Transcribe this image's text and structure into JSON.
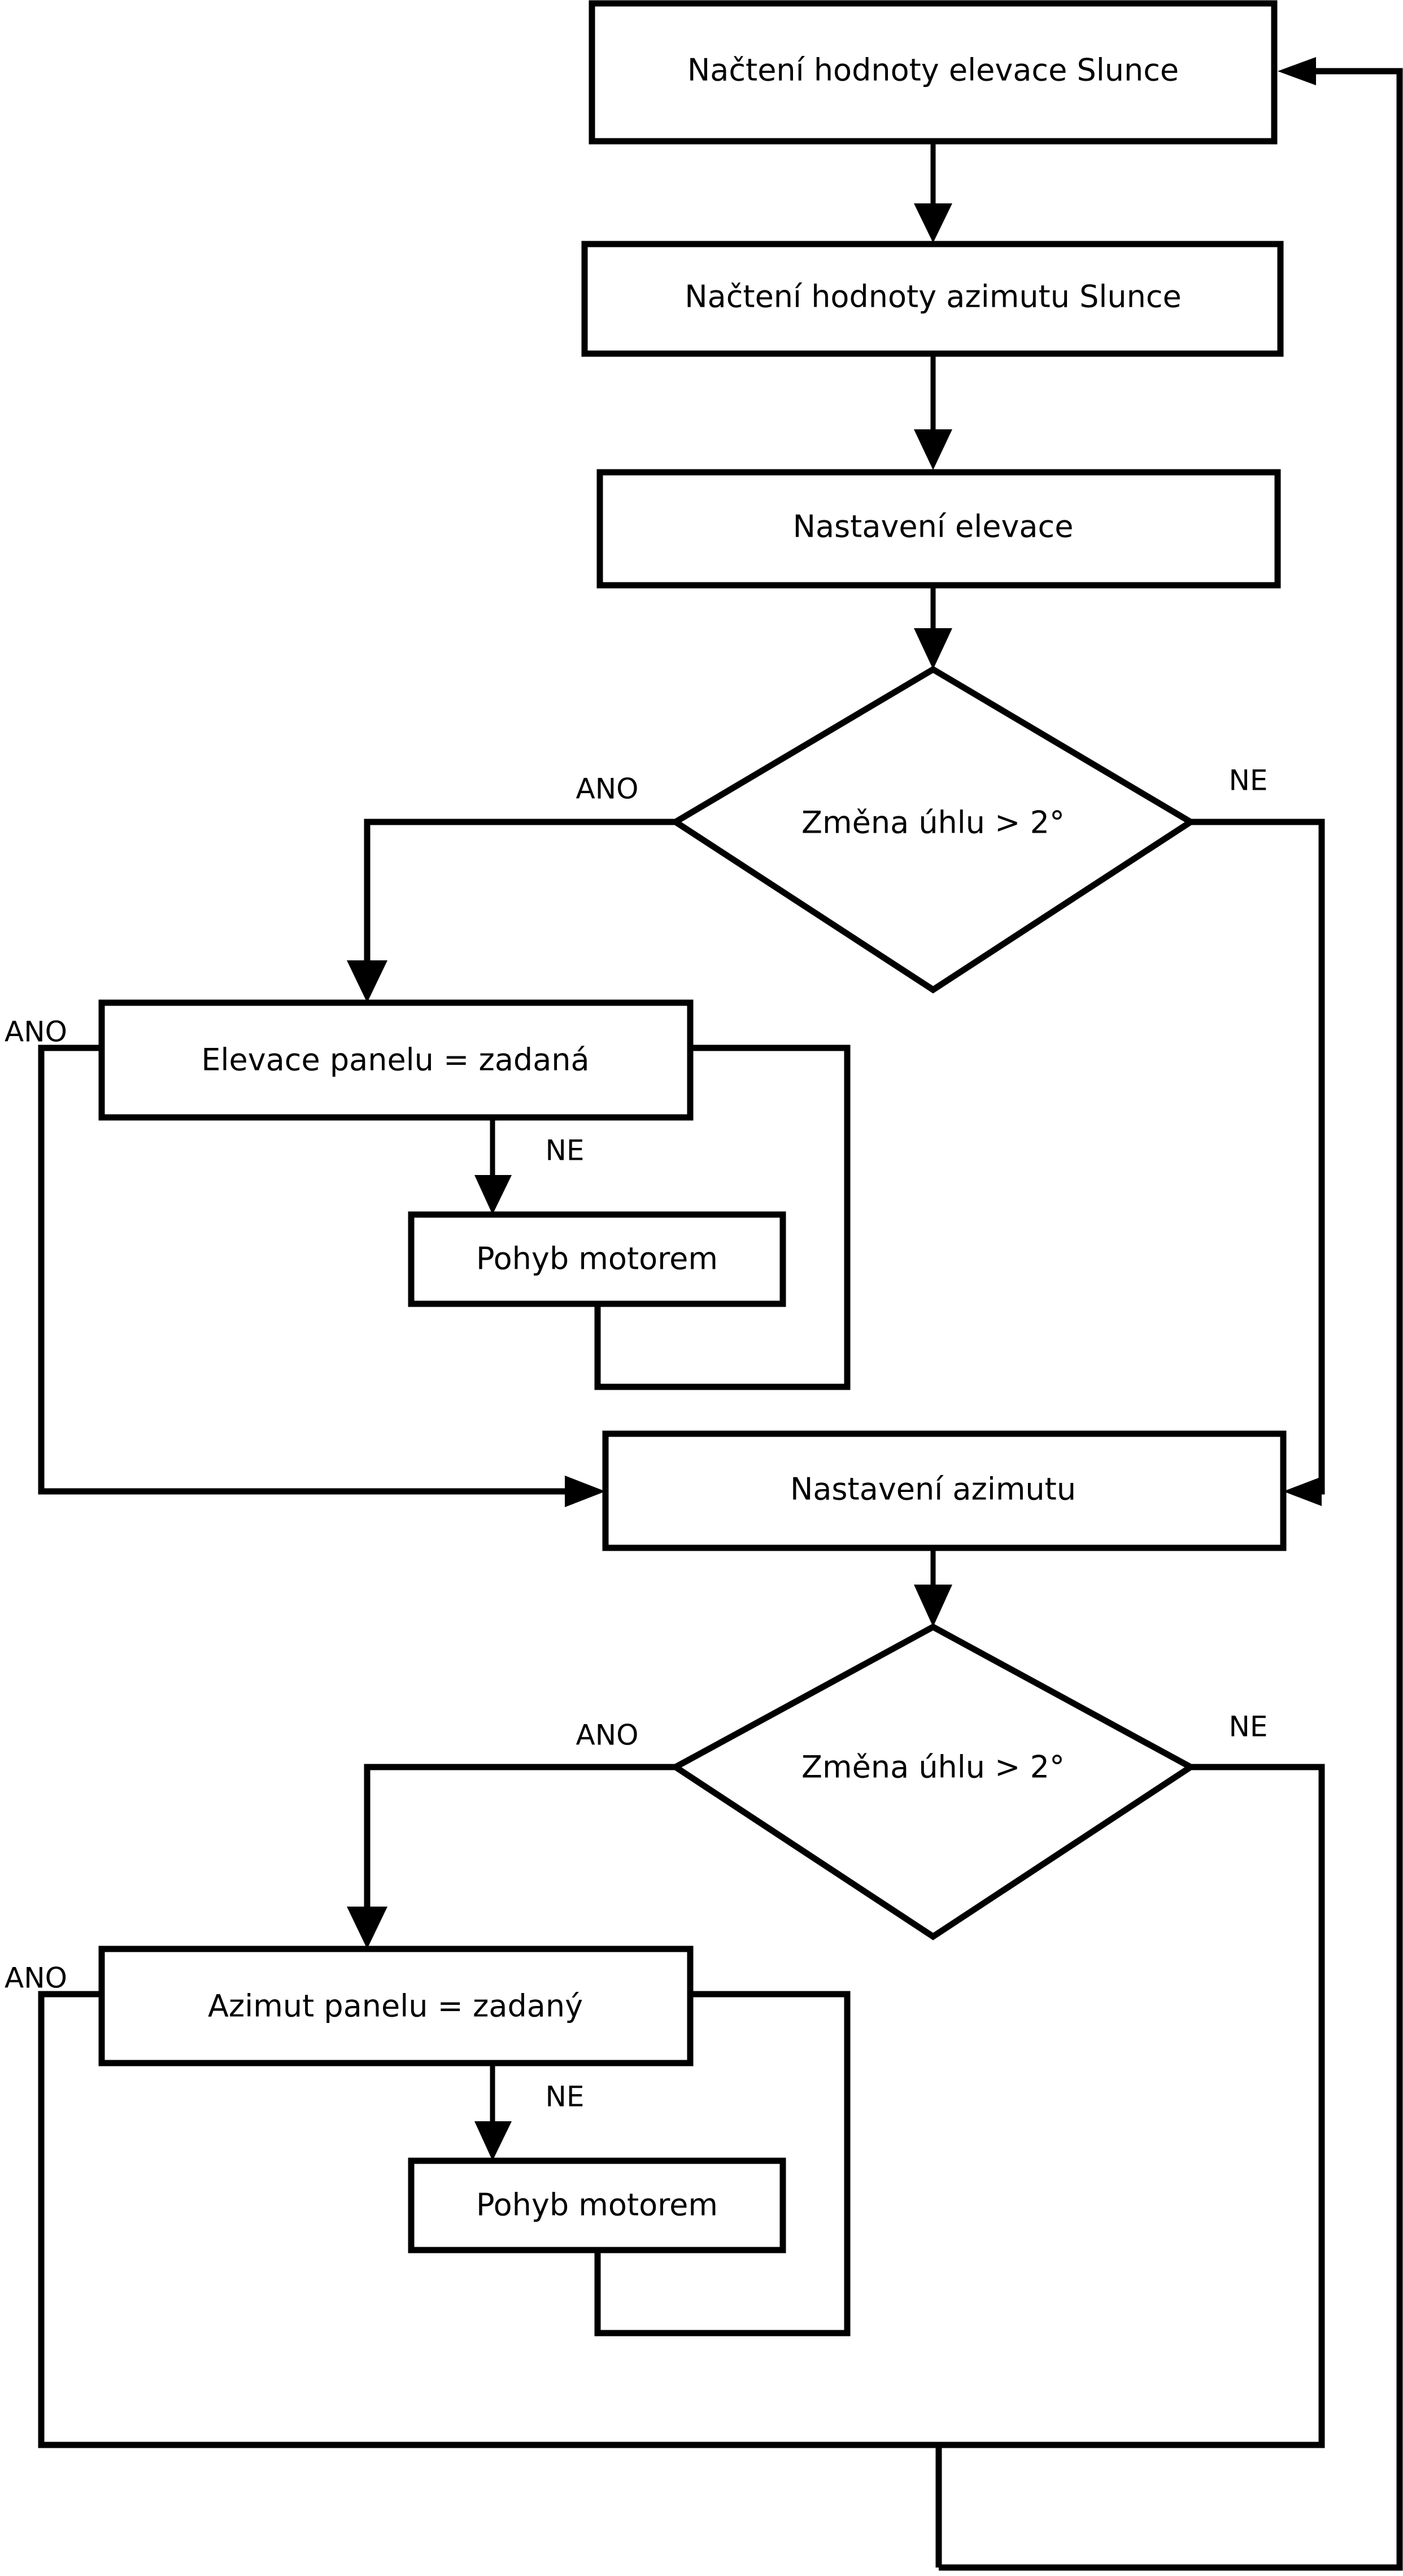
{
  "diagram": {
    "type": "flowchart",
    "language": "cs",
    "orientation": "top-to-bottom",
    "background_color": "#ffffff",
    "line_color": "#000000",
    "fill_color": "#ffffff"
  },
  "nodes": {
    "read_elevation": {
      "label": "Načtení hodnoty elevace Slunce",
      "shape": "rectangle"
    },
    "read_azimuth": {
      "label": "Načtení hodnoty azimutu Slunce",
      "shape": "rectangle"
    },
    "set_elevation": {
      "label": "Nastavení elevace",
      "shape": "rectangle"
    },
    "decision_elevation": {
      "label": "Změna úhlu > 2°",
      "shape": "diamond"
    },
    "panel_elevation_check": {
      "label": "Elevace panelu = zadaná",
      "shape": "rectangle"
    },
    "motor_move_elevation": {
      "label": "Pohyb motorem",
      "shape": "rectangle"
    },
    "set_azimuth": {
      "label": "Nastavení azimutu",
      "shape": "rectangle"
    },
    "decision_azimuth": {
      "label": "Změna úhlu > 2°",
      "shape": "diamond"
    },
    "panel_azimuth_check": {
      "label": "Azimut panelu = zadaný",
      "shape": "rectangle"
    },
    "motor_move_azimuth": {
      "label": "Pohyb motorem",
      "shape": "rectangle"
    }
  },
  "edge_labels": {
    "elevation_decision_yes": "ANO",
    "elevation_decision_no": "NE",
    "elevation_panel_yes": "ANO",
    "elevation_panel_no": "NE",
    "azimuth_decision_yes": "ANO",
    "azimuth_decision_no": "NE",
    "azimuth_panel_yes": "ANO",
    "azimuth_panel_no": "NE"
  }
}
